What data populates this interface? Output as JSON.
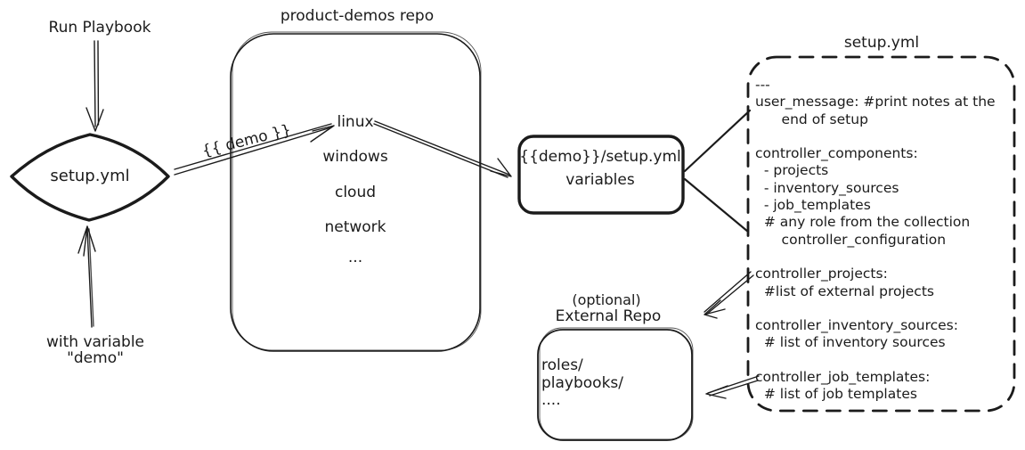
{
  "flow": {
    "run_playbook_label": "Run Playbook",
    "diamond_label": "setup.yml",
    "with_variable_line1": "with variable",
    "with_variable_line2": "\"demo\"",
    "demo_arrow_label": "{{ demo }}"
  },
  "repo": {
    "title": "product-demos repo",
    "items": [
      "linux",
      "windows",
      "cloud",
      "network",
      "..."
    ]
  },
  "variables_box": {
    "line1": "{{demo}}/setup.yml",
    "line2": "variables"
  },
  "setup_yml": {
    "title": "setup.yml",
    "content": "---\nuser_message: #print notes at the\n      end of setup\n\ncontroller_components:\n  - projects\n  - inventory_sources\n  - job_templates\n  # any role from the collection\n      controller_configuration\n\ncontroller_projects:\n  #list of external projects\n\ncontroller_inventory_sources:\n  # list of inventory sources\n\ncontroller_job_templates:\n  # list of job templates"
  },
  "external_repo": {
    "label_line1": "(optional)",
    "label_line2": "External Repo",
    "content": "roles/\nplaybooks/\n...."
  }
}
